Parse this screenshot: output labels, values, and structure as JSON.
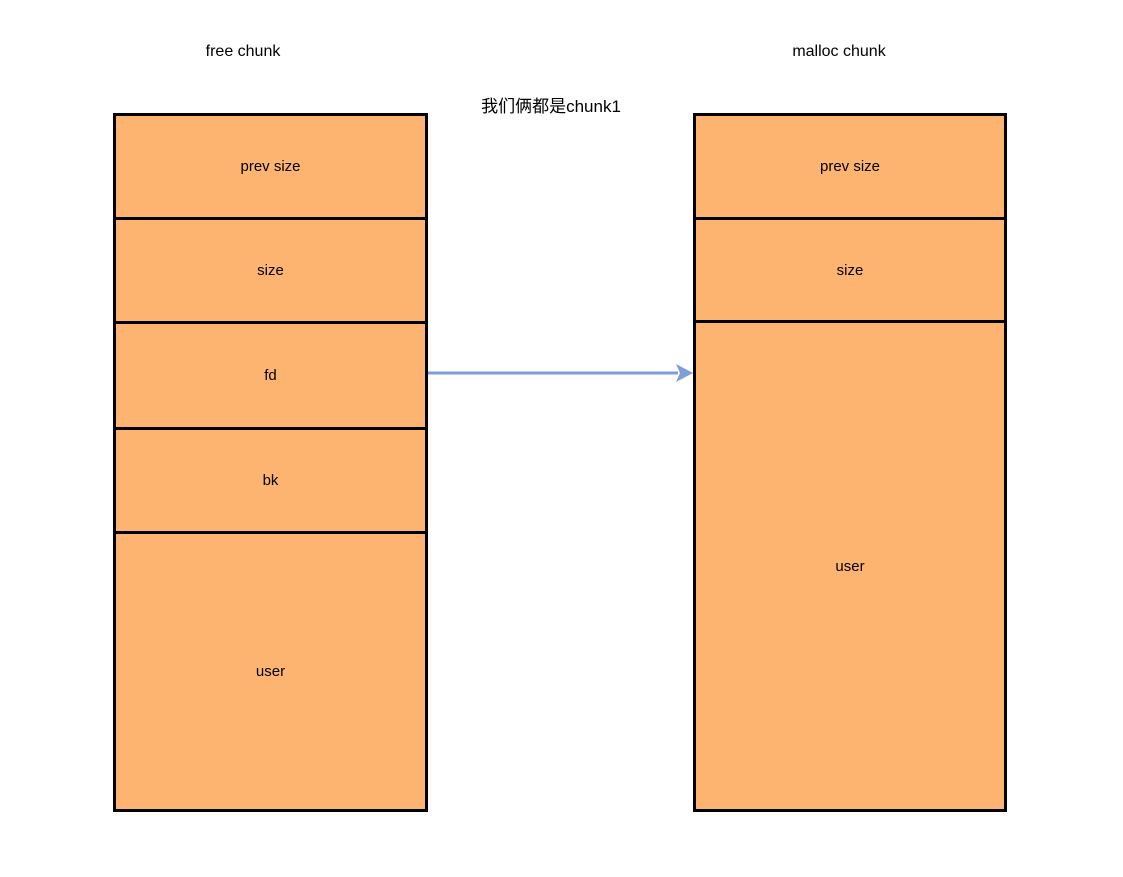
{
  "free_chunk": {
    "title": "free chunk",
    "sections": [
      "prev size",
      "size",
      "fd",
      "bk",
      "user"
    ]
  },
  "malloc_chunk": {
    "title": "malloc chunk",
    "sections": [
      "prev size",
      "size",
      "user"
    ]
  },
  "annotation": "我们俩都是chunk1",
  "arrow": {
    "from": "free chunk fd",
    "to": "malloc chunk",
    "color": "#7D9ED8"
  },
  "colors": {
    "fill": "#FCB470",
    "border": "#000000",
    "background": "#FFFFFF",
    "text": "#000000"
  }
}
